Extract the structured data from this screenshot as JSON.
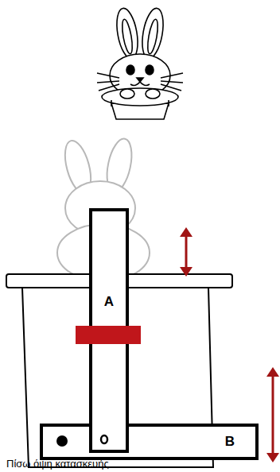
{
  "diagram": {
    "caption": "Πίσω όψη κατασκευής",
    "nodes": [
      {
        "text": [
          "A"
        ]
      },
      {
        "text": [
          "B"
        ]
      }
    ]
  }
}
